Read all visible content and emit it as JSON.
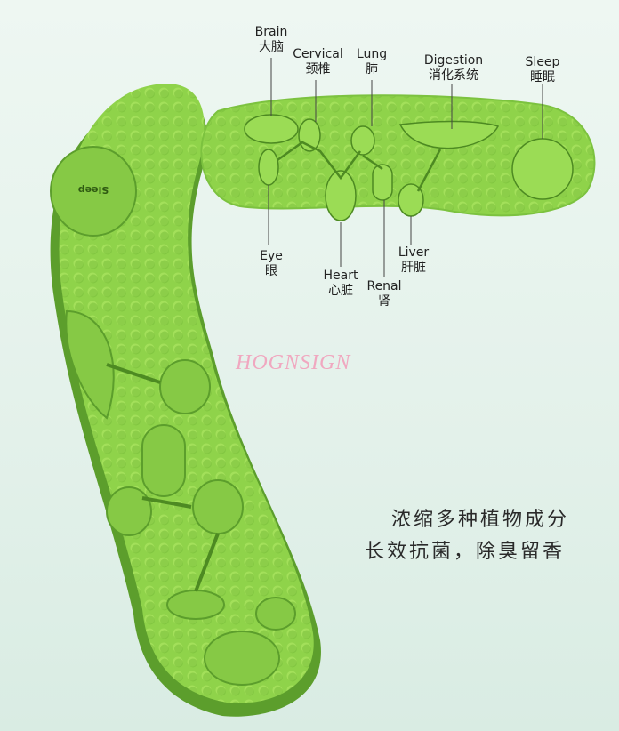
{
  "watermark": "HOGNSIGN",
  "zones": {
    "brain": {
      "en": "Brain",
      "zh": "大脑"
    },
    "cervical": {
      "en": "Cervical",
      "zh": "颈椎"
    },
    "lung": {
      "en": "Lung",
      "zh": "肺"
    },
    "digestion": {
      "en": "Digestion",
      "zh": "消化系统"
    },
    "sleep": {
      "en": "Sleep",
      "zh": "睡眠"
    },
    "eye": {
      "en": "Eye",
      "zh": "眼"
    },
    "heart": {
      "en": "Heart",
      "zh": "心脏"
    },
    "renal": {
      "en": "Renal",
      "zh": "肾"
    },
    "liver": {
      "en": "Liver",
      "zh": "肝脏"
    }
  },
  "slogan": {
    "line1": "浓缩多种植物成分",
    "line2": "长效抗菌，除臭留香"
  },
  "colors": {
    "insole": "#8fd34a",
    "insole_dark": "#5fa52a",
    "background": "#e6f3ec"
  }
}
